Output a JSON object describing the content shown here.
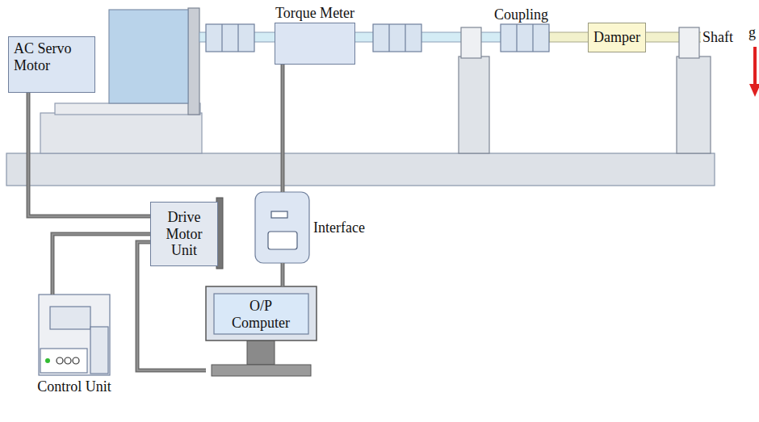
{
  "diagram": {
    "nodes": [
      {
        "text": [
          "AC Servo Motor"
        ]
      },
      {
        "text": [
          "Torque Meter"
        ]
      },
      {
        "text": [
          "Damper"
        ]
      },
      {
        "text": [
          "Drive Motor Unit"
        ]
      },
      {
        "text": [
          "Interface"
        ]
      },
      {
        "text": [
          "O/P Computer"
        ]
      },
      {
        "text": [
          "Control Unit"
        ]
      }
    ],
    "edges": [
      {
        "from": 0,
        "to": 3,
        "arrow": "none"
      },
      {
        "from": 6,
        "to": 3,
        "arrow": "none"
      },
      {
        "from": 3,
        "to": 5,
        "arrow": "none"
      },
      {
        "from": 1,
        "to": 4,
        "arrow": "none"
      },
      {
        "from": 4,
        "to": 5,
        "arrow": "none"
      }
    ],
    "labels": [
      "Coupling",
      "Shaft",
      "g"
    ]
  }
}
